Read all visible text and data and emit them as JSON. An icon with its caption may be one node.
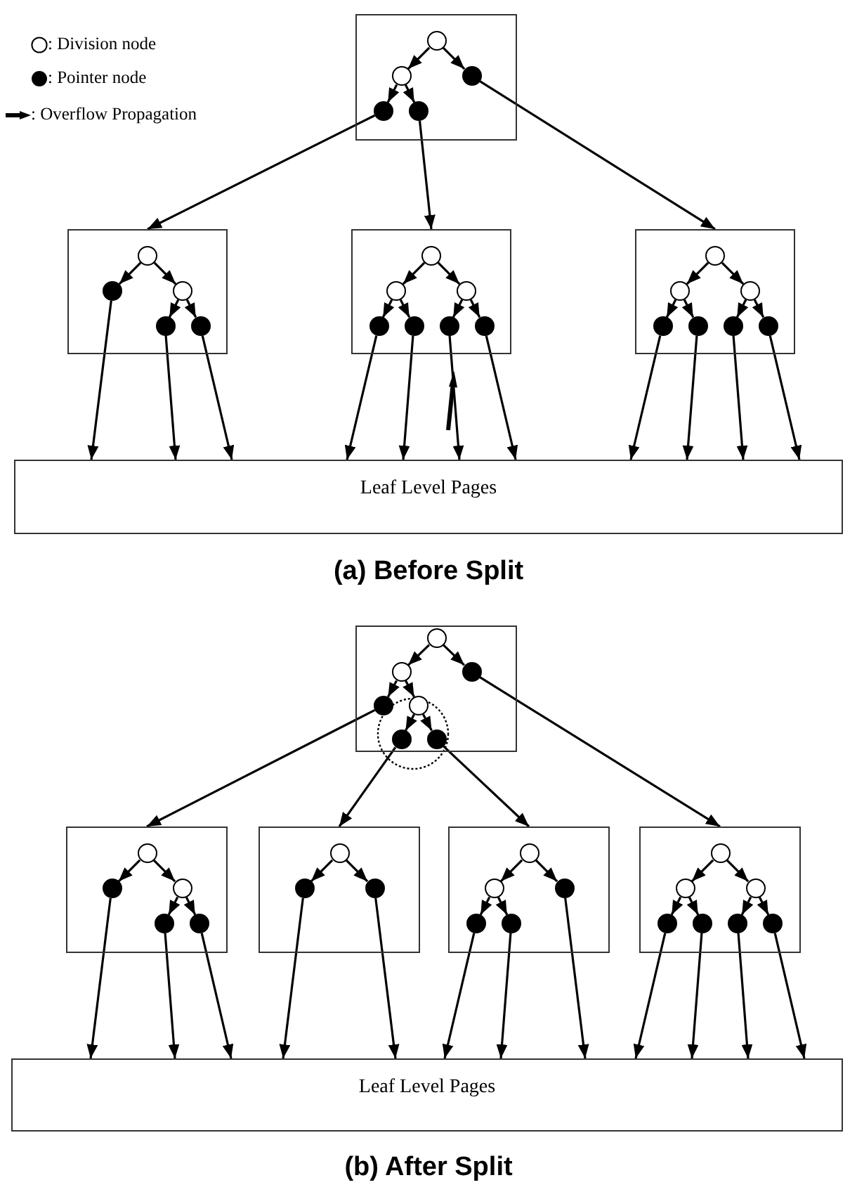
{
  "diagram": {
    "nodes": [
      {
        "text": [],
        "shape": "box"
      },
      {
        "text": [],
        "shape": "circle",
        "in": 0
      },
      {
        "text": [],
        "shape": "circle",
        "in": 0
      },
      {
        "text": [],
        "shape": "dot",
        "in": 0
      },
      {
        "text": [],
        "shape": "dot",
        "in": 0
      },
      {
        "text": [],
        "shape": "dot",
        "in": 0
      },
      {
        "text": [],
        "shape": "box"
      },
      {
        "text": [],
        "shape": "circle",
        "in": 6
      },
      {
        "text": [],
        "shape": "dot",
        "in": 6
      },
      {
        "text": [],
        "shape": "circle",
        "in": 6
      },
      {
        "text": [],
        "shape": "dot",
        "in": 6
      },
      {
        "text": [],
        "shape": "dot",
        "in": 6
      },
      {
        "text": [],
        "shape": "box"
      },
      {
        "text": [],
        "shape": "circle",
        "in": 12
      },
      {
        "text": [],
        "shape": "circle",
        "in": 12
      },
      {
        "text": [],
        "shape": "circle",
        "in": 12
      },
      {
        "text": [],
        "shape": "dot",
        "in": 12
      },
      {
        "text": [],
        "shape": "dot",
        "in": 12
      },
      {
        "text": [],
        "shape": "dot",
        "in": 12
      },
      {
        "text": [],
        "shape": "dot",
        "in": 12
      },
      {
        "text": [],
        "shape": "box"
      },
      {
        "text": [],
        "shape": "circle",
        "in": 20
      },
      {
        "text": [],
        "shape": "circle",
        "in": 20
      },
      {
        "text": [],
        "shape": "circle",
        "in": 20
      },
      {
        "text": [],
        "shape": "dot",
        "in": 20
      },
      {
        "text": [],
        "shape": "dot",
        "in": 20
      },
      {
        "text": [],
        "shape": "dot",
        "in": 20
      },
      {
        "text": [],
        "shape": "dot",
        "in": 20
      },
      {
        "text": [
          "Leaf Level Pages"
        ]
      },
      {
        "text": [],
        "shape": "box"
      },
      {
        "text": [],
        "shape": "circle",
        "in": 29
      },
      {
        "text": [],
        "shape": "circle",
        "in": 29
      },
      {
        "text": [],
        "shape": "dot",
        "in": 29
      },
      {
        "text": [],
        "shape": "dot",
        "in": 29
      },
      {
        "text": [],
        "shape": "circle",
        "in": 29
      },
      {
        "text": [],
        "shape": "dot",
        "in": 29
      },
      {
        "text": [],
        "shape": "dot",
        "in": 29
      },
      {
        "text": [],
        "shape": "box"
      },
      {
        "text": [],
        "shape": "circle",
        "in": 37
      },
      {
        "text": [],
        "shape": "dot",
        "in": 37
      },
      {
        "text": [],
        "shape": "circle",
        "in": 37
      },
      {
        "text": [],
        "shape": "dot",
        "in": 37
      },
      {
        "text": [],
        "shape": "dot",
        "in": 37
      },
      {
        "text": [],
        "shape": "box"
      },
      {
        "text": [],
        "shape": "circle",
        "in": 43
      },
      {
        "text": [],
        "shape": "dot",
        "in": 43
      },
      {
        "text": [],
        "shape": "dot",
        "in": 43
      },
      {
        "text": [],
        "shape": "box"
      },
      {
        "text": [],
        "shape": "circle",
        "in": 47
      },
      {
        "text": [],
        "shape": "circle",
        "in": 47
      },
      {
        "text": [],
        "shape": "dot",
        "in": 47
      },
      {
        "text": [],
        "shape": "dot",
        "in": 47
      },
      {
        "text": [],
        "shape": "dot",
        "in": 47
      },
      {
        "text": [],
        "shape": "box"
      },
      {
        "text": [],
        "shape": "circle",
        "in": 53
      },
      {
        "text": [],
        "shape": "circle",
        "in": 53
      },
      {
        "text": [],
        "shape": "circle",
        "in": 53
      },
      {
        "text": [],
        "shape": "dot",
        "in": 53
      },
      {
        "text": [],
        "shape": "dot",
        "in": 53
      },
      {
        "text": [],
        "shape": "dot",
        "in": 53
      },
      {
        "text": [],
        "shape": "dot",
        "in": 53
      },
      {
        "text": [
          "Leaf Level Pages"
        ]
      }
    ],
    "edges": [
      {
        "from": 1,
        "to": 2,
        "arrow": "to"
      },
      {
        "from": 1,
        "to": 3,
        "arrow": "to"
      },
      {
        "from": 2,
        "to": 4,
        "arrow": "to"
      },
      {
        "from": 2,
        "to": 5,
        "arrow": "to"
      },
      {
        "from": 7,
        "to": 8,
        "arrow": "to"
      },
      {
        "from": 7,
        "to": 9,
        "arrow": "to"
      },
      {
        "from": 9,
        "to": 10,
        "arrow": "to"
      },
      {
        "from": 9,
        "to": 11,
        "arrow": "to"
      },
      {
        "from": 13,
        "to": 14,
        "arrow": "to"
      },
      {
        "from": 13,
        "to": 15,
        "arrow": "to"
      },
      {
        "from": 14,
        "to": 16,
        "arrow": "to"
      },
      {
        "from": 14,
        "to": 17,
        "arrow": "to"
      },
      {
        "from": 15,
        "to": 18,
        "arrow": "to"
      },
      {
        "from": 15,
        "to": 19,
        "arrow": "to"
      },
      {
        "from": 21,
        "to": 22,
        "arrow": "to"
      },
      {
        "from": 21,
        "to": 23,
        "arrow": "to"
      },
      {
        "from": 22,
        "to": 24,
        "arrow": "to"
      },
      {
        "from": 22,
        "to": 25,
        "arrow": "to"
      },
      {
        "from": 23,
        "to": 26,
        "arrow": "to"
      },
      {
        "from": 23,
        "to": 27,
        "arrow": "to"
      },
      {
        "from": 4,
        "to": 6,
        "arrow": "to"
      },
      {
        "from": 5,
        "to": 12,
        "arrow": "to"
      },
      {
        "from": 3,
        "to": 20,
        "arrow": "to"
      },
      {
        "from": 8,
        "to": 28,
        "arrow": "to"
      },
      {
        "from": 10,
        "to": 28,
        "arrow": "to"
      },
      {
        "from": 11,
        "to": 28,
        "arrow": "to"
      },
      {
        "from": 16,
        "to": 28,
        "arrow": "to"
      },
      {
        "from": 17,
        "to": 28,
        "arrow": "to"
      },
      {
        "from": 18,
        "to": 28,
        "arrow": "to"
      },
      {
        "from": 19,
        "to": 28,
        "arrow": "to"
      },
      {
        "from": 24,
        "to": 28,
        "arrow": "to"
      },
      {
        "from": 25,
        "to": 28,
        "arrow": "to"
      },
      {
        "from": 26,
        "to": 28,
        "arrow": "to"
      },
      {
        "from": 27,
        "to": 28,
        "arrow": "to"
      },
      {
        "from": 30,
        "to": 31,
        "arrow": "to"
      },
      {
        "from": 30,
        "to": 32,
        "arrow": "to"
      },
      {
        "from": 31,
        "to": 33,
        "arrow": "to"
      },
      {
        "from": 31,
        "to": 34,
        "arrow": "to"
      },
      {
        "from": 34,
        "to": 35,
        "arrow": "to"
      },
      {
        "from": 34,
        "to": 36,
        "arrow": "to"
      },
      {
        "from": 38,
        "to": 39,
        "arrow": "to"
      },
      {
        "from": 38,
        "to": 40,
        "arrow": "to"
      },
      {
        "from": 40,
        "to": 41,
        "arrow": "to"
      },
      {
        "from": 40,
        "to": 42,
        "arrow": "to"
      },
      {
        "from": 44,
        "to": 45,
        "arrow": "to"
      },
      {
        "from": 44,
        "to": 46,
        "arrow": "to"
      },
      {
        "from": 48,
        "to": 49,
        "arrow": "to"
      },
      {
        "from": 48,
        "to": 50,
        "arrow": "to"
      },
      {
        "from": 49,
        "to": 51,
        "arrow": "to"
      },
      {
        "from": 49,
        "to": 52,
        "arrow": "to"
      },
      {
        "from": 54,
        "to": 55,
        "arrow": "to"
      },
      {
        "from": 54,
        "to": 56,
        "arrow": "to"
      },
      {
        "from": 55,
        "to": 57,
        "arrow": "to"
      },
      {
        "from": 55,
        "to": 58,
        "arrow": "to"
      },
      {
        "from": 56,
        "to": 59,
        "arrow": "to"
      },
      {
        "from": 56,
        "to": 60,
        "arrow": "to"
      },
      {
        "from": 33,
        "to": 37,
        "arrow": "to"
      },
      {
        "from": 35,
        "to": 43,
        "arrow": "to"
      },
      {
        "from": 36,
        "to": 47,
        "arrow": "to"
      },
      {
        "from": 32,
        "to": 53,
        "arrow": "to"
      },
      {
        "from": 39,
        "to": 61,
        "arrow": "to"
      },
      {
        "from": 41,
        "to": 61,
        "arrow": "to"
      },
      {
        "from": 42,
        "to": 61,
        "arrow": "to"
      },
      {
        "from": 45,
        "to": 61,
        "arrow": "to"
      },
      {
        "from": 46,
        "to": 61,
        "arrow": "to"
      },
      {
        "from": 51,
        "to": 61,
        "arrow": "to"
      },
      {
        "from": 52,
        "to": 61,
        "arrow": "to"
      },
      {
        "from": 50,
        "to": 61,
        "arrow": "to"
      },
      {
        "from": 57,
        "to": 61,
        "arrow": "to"
      },
      {
        "from": 58,
        "to": 61,
        "arrow": "to"
      },
      {
        "from": 59,
        "to": 61,
        "arrow": "to"
      },
      {
        "from": 60,
        "to": 61,
        "arrow": "to"
      }
    ],
    "labels": [
      "(a) Before Split",
      "(b) After Split"
    ],
    "legend": [
      {
        "text": ": Division node"
      },
      {
        "text": ": Pointer node"
      },
      {
        "text": ": Overflow Propagation"
      }
    ]
  }
}
